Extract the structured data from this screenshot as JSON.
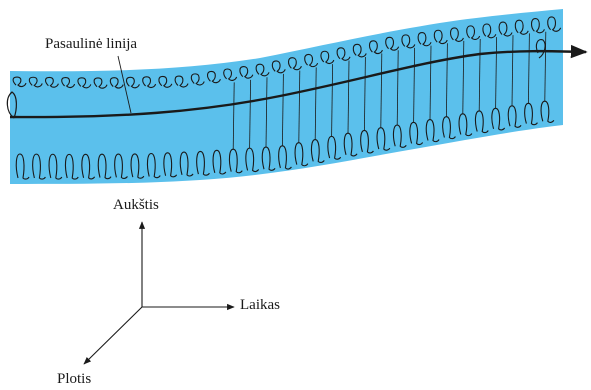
{
  "labels": {
    "world_line": "Pasaulinė linija",
    "height_axis": "Aukštis",
    "time_axis": "Laikas",
    "width_axis": "Plotis"
  },
  "colors": {
    "band": "#5bc0ec",
    "ink": "#1a1a1a",
    "background": "#ffffff"
  }
}
